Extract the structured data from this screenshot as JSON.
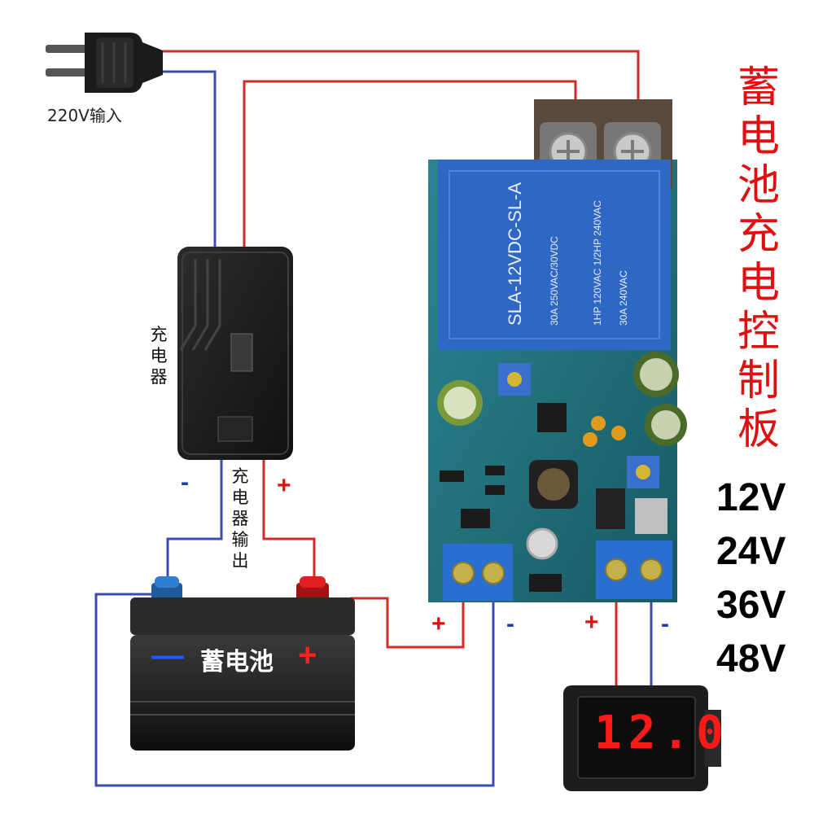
{
  "plug": {
    "label": "220V输入"
  },
  "charger": {
    "label": "充电器",
    "minus": "-",
    "plus": "+"
  },
  "charger_output": {
    "label": "充电器输出"
  },
  "battery": {
    "label": "蓄电池",
    "minus": "—",
    "plus": "+"
  },
  "board": {
    "title": "蓄电池充电控制板",
    "voltages": [
      "12V",
      "24V",
      "36V",
      "48V"
    ],
    "in_plus": "+",
    "in_minus": "-",
    "out_plus": "+",
    "out_minus": "-"
  },
  "voltmeter": {
    "reading": "12.0"
  },
  "colors": {
    "positive_wire": "#d42a2a",
    "negative_wire": "#3b4bb0",
    "title": "#e01010",
    "board_pcb": "#1f6e7a",
    "relay": "#2f68c4"
  }
}
